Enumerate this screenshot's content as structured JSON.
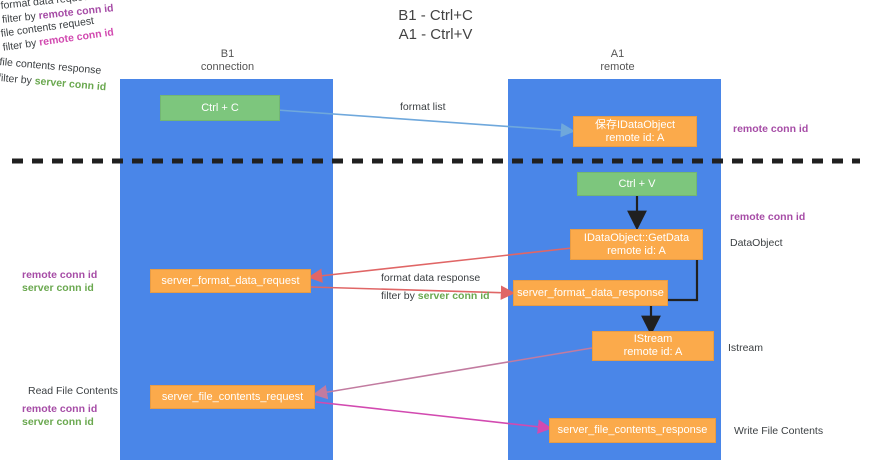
{
  "diagram": {
    "title": "B1 - Ctrl+C\nA1 - Ctrl+V",
    "lanes": [
      {
        "id": "b1",
        "label": "B1\nconnection"
      },
      {
        "id": "a1",
        "label": "A1\nremote"
      }
    ],
    "colors": {
      "lane": "#4a86e8",
      "green_box": "#7dc67d",
      "orange_box": "#fbaa4b",
      "remote_conn_id": "#a64ca6",
      "server_conn_id": "#6aa84f",
      "format_list_arrow": "#6fa8dc",
      "format_data_arrow": "#e06666",
      "file_contents_arrow": "#c27ba0",
      "black_arrow": "#202020",
      "divider": "#202020"
    },
    "boxes": [
      {
        "id": "ctrl-c",
        "label": "Ctrl + C",
        "color": "green"
      },
      {
        "id": "save-idataobject",
        "label": "保存IDataObject\nremote id: A",
        "color": "orange"
      },
      {
        "id": "ctrl-v",
        "label": "Ctrl + V",
        "color": "green"
      },
      {
        "id": "idataobject-getdata",
        "label": "IDataObject::GetData\nremote id: A",
        "color": "orange"
      },
      {
        "id": "server-format-data-request",
        "label": "server_format_data_request",
        "color": "orange"
      },
      {
        "id": "server-format-data-response",
        "label": "server_format_data_response",
        "color": "orange"
      },
      {
        "id": "istream",
        "label": "IStream\nremote id: A",
        "color": "orange"
      },
      {
        "id": "server-file-contents-request",
        "label": "server_file_contents_request",
        "color": "orange"
      },
      {
        "id": "server-file-contents-response",
        "label": "server_file_contents_response",
        "color": "orange"
      }
    ],
    "arrow_labels": {
      "format_list": "format list",
      "format_data_request": "format data request",
      "format_data_request_filter_prefix": "filter by ",
      "format_data_request_filter_key": "remote conn id",
      "format_data_response": "format data response",
      "format_data_response_filter_prefix": "filter by ",
      "format_data_response_filter_key": "server conn id",
      "file_contents_request": "file contents request",
      "file_contents_request_filter_prefix": "filter by ",
      "file_contents_request_filter_key": "remote conn id",
      "file_contents_response": "file contents response",
      "file_contents_response_filter_prefix": "filter by ",
      "file_contents_response_filter_key": "server conn id"
    },
    "side_labels": {
      "right_remote_conn_id_top": "remote conn id",
      "right_remote_conn_id_mid": "remote conn id",
      "right_dataobject": "DataObject",
      "right_istream": "Istream",
      "right_write_file_contents": "Write File Contents",
      "left_remote_conn_id": "remote conn id",
      "left_server_conn_id": "server conn id",
      "left_read_file_contents": "Read File Contents",
      "left_remote_conn_id_2": "remote conn id",
      "left_server_conn_id_2": "server conn id"
    }
  }
}
